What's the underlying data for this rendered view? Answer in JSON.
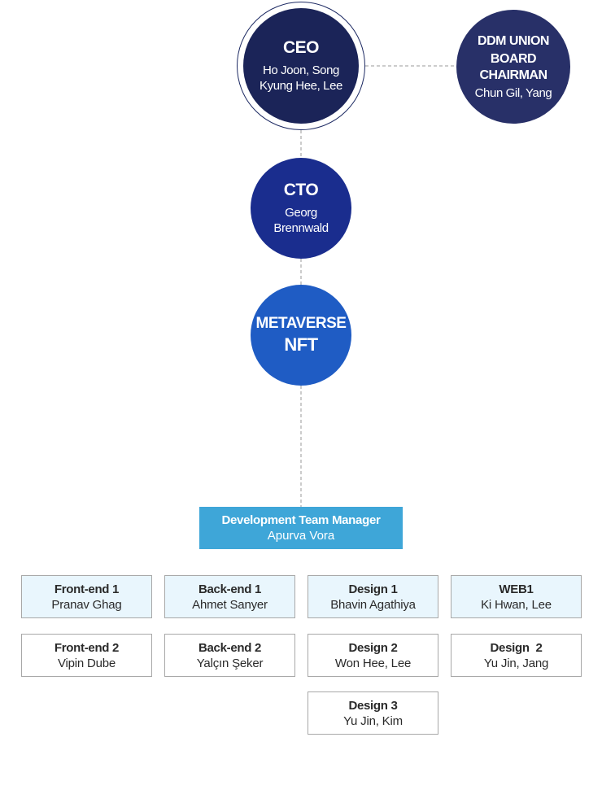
{
  "ceo": {
    "role": "CEO",
    "names": [
      "Ho Joon, Song",
      "Kyung Hee, Lee"
    ]
  },
  "board": {
    "role_lines": [
      "DDM UNION",
      "BOARD",
      "CHAIRMAN"
    ],
    "name": "Chun Gil, Yang"
  },
  "cto": {
    "role": "CTO",
    "names": [
      "Georg",
      "Brennwald"
    ]
  },
  "division": {
    "lines": [
      "METAVERSE",
      "NFT"
    ]
  },
  "manager": {
    "title": "Development Team Manager",
    "name": "Apurva Vora"
  },
  "teams": [
    {
      "title": "Front-end 1",
      "person": "Pranav Ghag"
    },
    {
      "title": "Back-end 1",
      "person": "Ahmet Sanyer"
    },
    {
      "title": "Design 1",
      "person": "Bhavin Agathiya"
    },
    {
      "title": "WEB1",
      "person": "Ki Hwan, Lee"
    },
    {
      "title": "Front-end 2",
      "person": "Vipin Dube"
    },
    {
      "title": "Back-end 2",
      "person": "Yalçın Şeker"
    },
    {
      "title": "Design 2",
      "person": "Won Hee, Lee"
    },
    {
      "title": "Design  2",
      "person": "Yu Jin, Jang"
    },
    {
      "title": "Design 3",
      "person": "Yu Jin, Kim"
    }
  ],
  "colors": {
    "ceo": "#1b2458",
    "board": "#283068",
    "cto": "#1a2d8e",
    "division": "#1f5cc4",
    "manager": "#3ea6d8",
    "lead_team_fill": "#e9f6fd"
  }
}
